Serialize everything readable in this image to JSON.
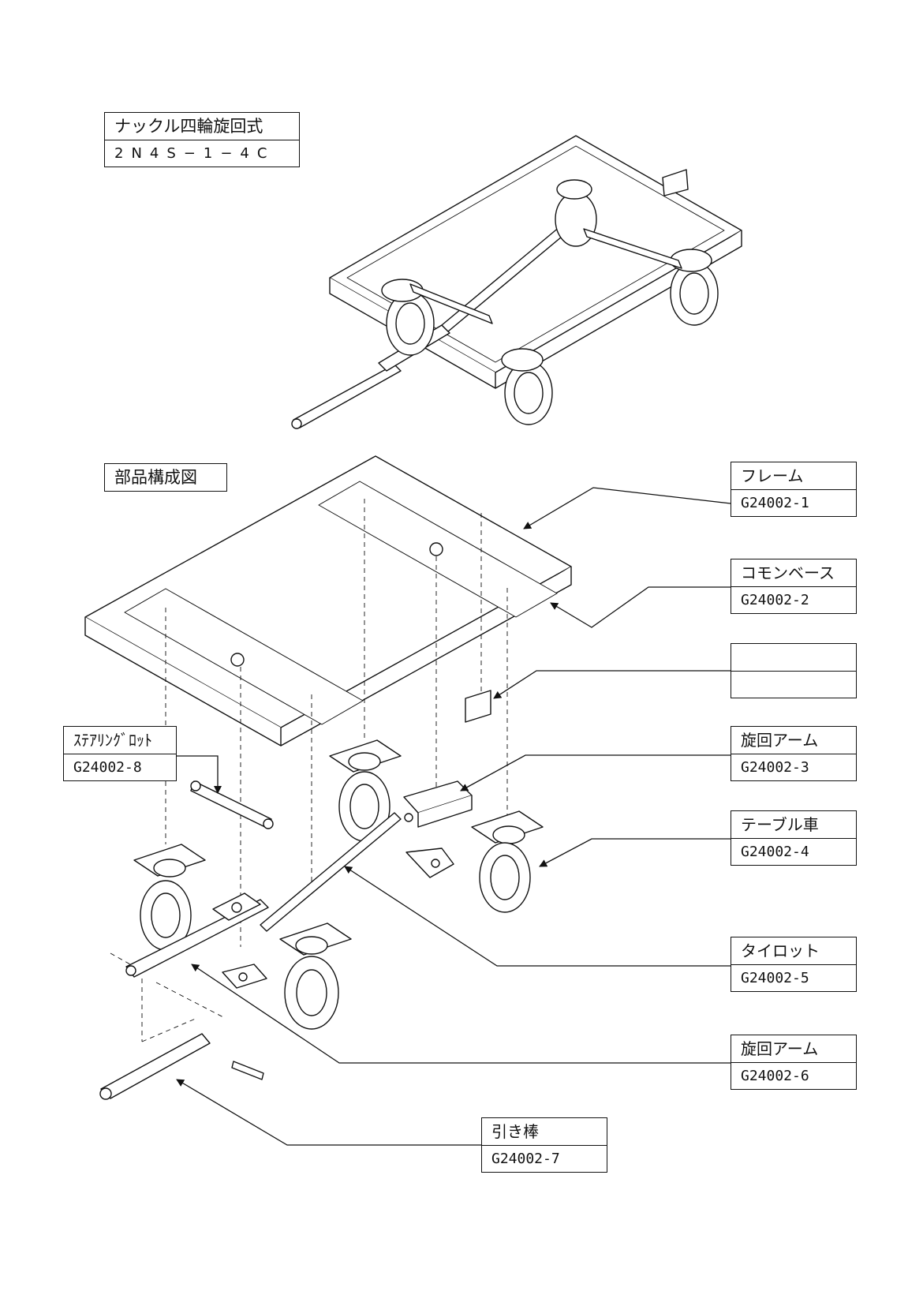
{
  "header": {
    "title": "ナックル四輪旋回式",
    "model": "2N4S−1−4C"
  },
  "section_title": "部品構成図",
  "parts": {
    "frame": {
      "name": "フレーム",
      "code": "G24002-1"
    },
    "common_base": {
      "name": "コモンベース",
      "code": "G24002-2"
    },
    "blank": {
      "name": "",
      "code": ""
    },
    "swivel_arm_a": {
      "name": "旋回アーム",
      "code": "G24002-3"
    },
    "table_wheel": {
      "name": "テーブル車",
      "code": "G24002-4"
    },
    "tie_rod": {
      "name": "タイロット",
      "code": "G24002-5"
    },
    "swivel_arm_b": {
      "name": "旋回アーム",
      "code": "G24002-6"
    },
    "pull_bar": {
      "name": "引き棒",
      "code": "G24002-7"
    },
    "steering_rod": {
      "name": "ｽﾃｱﾘﾝｸﾞﾛｯﾄ",
      "code": "G24002-8"
    }
  }
}
